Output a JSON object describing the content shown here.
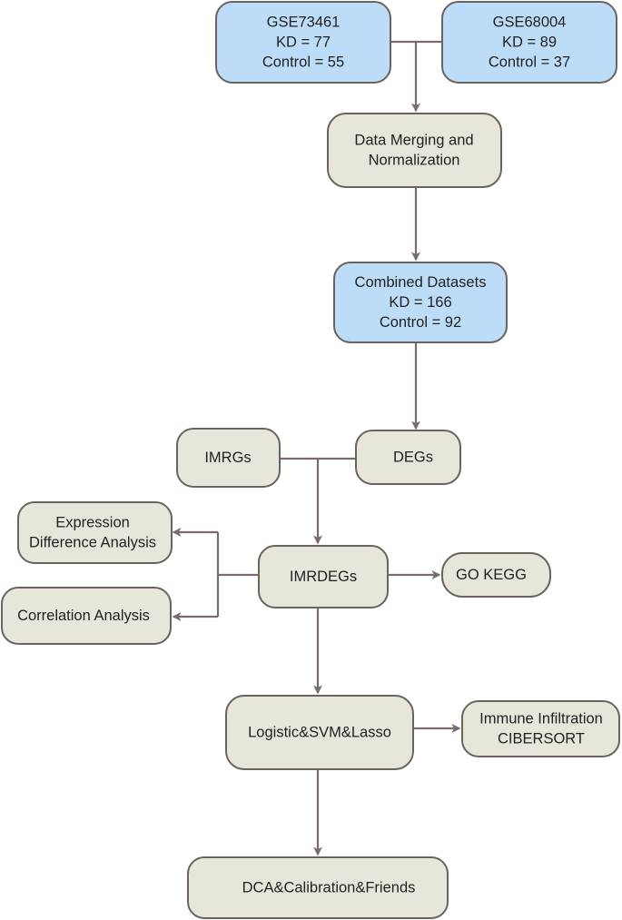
{
  "colors": {
    "dataset_fill": "#bcdcf7",
    "process_fill": "#e7e6db",
    "border": "#6c625f",
    "arrow": "#7a6c6b",
    "text": "#222222"
  },
  "nodes": {
    "gse73461": {
      "lines": [
        "GSE73461",
        "KD = 77",
        "Control = 55"
      ],
      "kind": "dataset"
    },
    "gse68004": {
      "lines": [
        "GSE68004",
        "KD = 89",
        "Control = 37"
      ],
      "kind": "dataset"
    },
    "merge": {
      "lines": [
        "Data Merging and",
        "Normalization"
      ],
      "kind": "process"
    },
    "combined": {
      "lines": [
        "Combined Datasets",
        "KD = 166",
        "Control = 92"
      ],
      "kind": "dataset"
    },
    "imrgs": {
      "lines": [
        "IMRGs"
      ],
      "kind": "process"
    },
    "degs": {
      "lines": [
        "DEGs"
      ],
      "kind": "process"
    },
    "expr": {
      "lines": [
        "Expression",
        "Difference Analysis"
      ],
      "kind": "process"
    },
    "imrdegs": {
      "lines": [
        "IMRDEGs"
      ],
      "kind": "process"
    },
    "gokegg": {
      "lines": [
        "GO KEGG"
      ],
      "kind": "process"
    },
    "corr": {
      "lines": [
        "Correlation Analysis"
      ],
      "kind": "process"
    },
    "models": {
      "lines": [
        "Logistic&SVM&Lasso"
      ],
      "kind": "process"
    },
    "immune": {
      "lines": [
        "Immune Infiltration",
        "CIBERSORT"
      ],
      "kind": "process"
    },
    "dca": {
      "lines": [
        "DCA&Calibration&Friends"
      ],
      "kind": "process"
    }
  }
}
